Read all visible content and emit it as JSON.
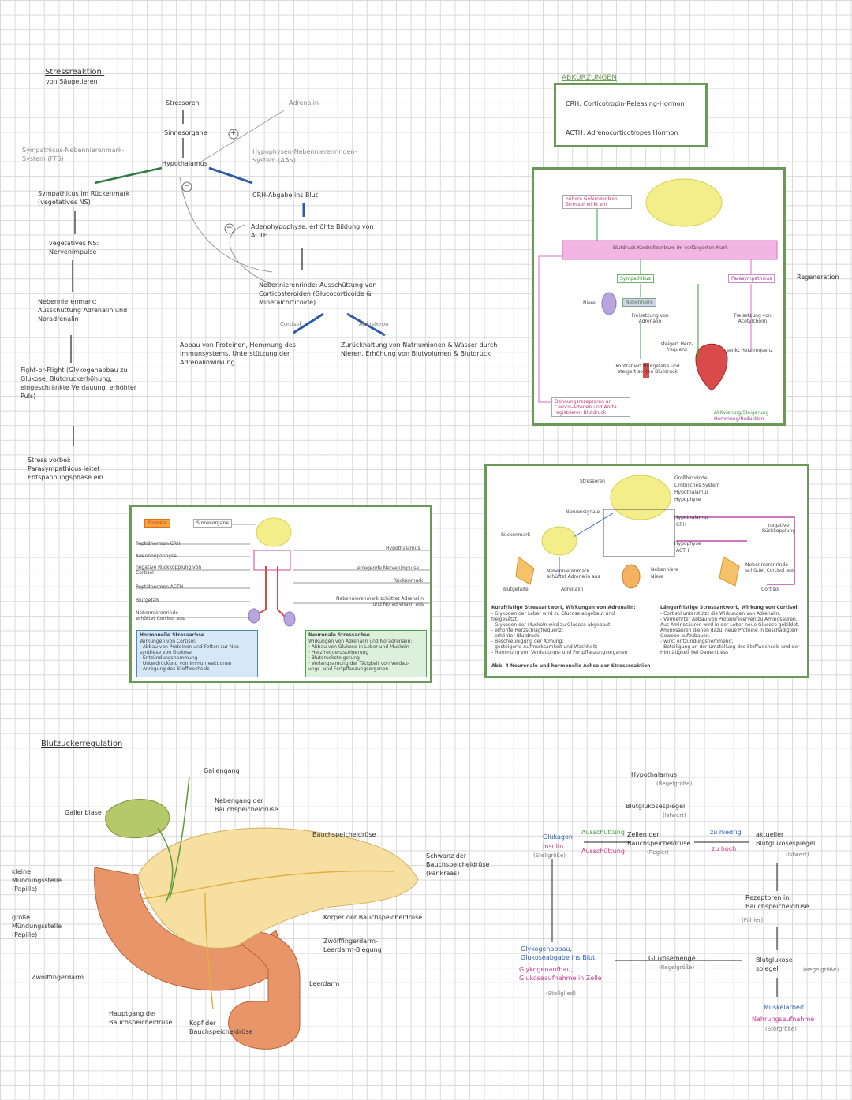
{
  "stress": {
    "title": "Stressreaktion:",
    "subtitle": "von Säugetieren",
    "ffs": "Sympathicus-Nebennierenmark-System (FFS)",
    "symp_rm": "Sympathicus im Rückenmark (vegetatives NS)",
    "veg_ns": "vegetatives NS: Nervenimpulse",
    "nnm": "Nebennierenmark: Ausschüttung Adrenalin und Noradrenalin",
    "fight": "Fight-or-Flight (Glykogenabbau zu Glukose, Blutdruckerhöhung, eingeschränkte Verdauung, erhöhter Puls)",
    "after": "Stress vorbei: Parasympathicus leitet Entspannungsphase ein",
    "stressoren": "Stressoren",
    "sinnesorgane": "Sinnesorgane",
    "hypothalamus": "Hypothalamus",
    "adrenalin": "Adrenalin",
    "haa": "Hypophysen-Nebennierenrinden-System (AAS)",
    "crh": "CRH-Abgabe ins Blut",
    "adeno": "Adenohypophyse: erhöhte Bildung von ACTH",
    "nnr": "Nebennierenrinde: Ausschüttung von Corticosteroiden (Glucocorticoide & Mineralcorticoide)",
    "cortisol_eff": "Abbau von Proteinen, Hemmung des Immunsystems, Unterstützung der Adrenalinwirkung",
    "aldo_eff": "Zurückhaltung von Natriumionen & Wasser durch Nieren, Erhöhung von Blutvolumen & Blutdruck",
    "plus": "+",
    "minus": "−",
    "small_cortisol": "Cortisol",
    "small_aldosteron": "Aldosteron"
  },
  "abbr": {
    "title": "ABKÜRZUNGEN",
    "crh": "CRH: Corticotropin-Releasing-Hormon",
    "acth": "ACTH: Adrenocorticotropes Hormon"
  },
  "panel1": {
    "stressor": "höhere Gehirnzentren: Stressor wirkt ein",
    "blutdruck": "Blutdruck-Kontrollzentrum im verlängerten Mark",
    "sympathikus": "Sympathikus",
    "parasympathikus": "Parasympathikus",
    "niere": "Niere",
    "nebenniere": "Nebenniere",
    "freis_adr": "Freisetzung von Adrenalin",
    "freis_ach": "Freisetzung von Acetylcholin",
    "steigert": "steigert Herz-frequenz",
    "senkt": "senkt Herzfrequenz",
    "kontrahiert": "kontrahiert Blutgefäße und steigert so den Blutdruck",
    "dehnung": "Dehnungsrezeptoren an Carotis-Arterien und Aorta registrieren Blutdruck",
    "leg1": "Aktivierung/Steigerung",
    "leg2": "Hemmung/Reduktion",
    "regeneration": "Regeneration"
  },
  "panel2": {
    "stressor": "Stressor",
    "sinnesorgane": "Sinnesorgane",
    "crh": "Peptidhormon CRH",
    "adeno": "Adenohypophyse",
    "neg": "negative Rückkopplung von Cortisol",
    "acth": "Peptidhormon ACTH",
    "blut": "Blutgefäß",
    "nnr": "Nebennierenrinde schüttet Cortisol aus",
    "hypo": "Hypothalamus",
    "erreg": "erregende Nervenimpulse",
    "rm": "Rückenmark",
    "nnm": "Nebennierenmark schüttet Adrenalin und Noradrenalin aus",
    "h_title": "Hormonelle Stressachse",
    "h_lines": [
      "Wirkungen von Cortisol:",
      "· Abbau von Proteinen und Fetten zur Neu-",
      "  synthese von Glukose",
      "· Entzündungshemmung",
      "· Unterdrückung von Immunreaktionen",
      "· Anregung des Stoffwechsels"
    ],
    "n_title": "Neuronale Stressachse",
    "n_lines": [
      "Wirkungen von Adrenalin und Noradrenalin:",
      "· Abbau von Glukose in Leber und Muskeln",
      "· Herzfrequenzsteigerung",
      "· Blutdrucksteigerung",
      "· Verlangsamung der Tätigkeit von Verdau-",
      "  ungs- und Fortpflanzungsorganen"
    ]
  },
  "panel3": {
    "stressoren": "Stressoren",
    "nerven": "Nervensignale",
    "rueckenmark": "Rückenmark",
    "labels": [
      "Großhirnrinde",
      "Limbisches System",
      "Hypothalamus",
      "Hypophyse"
    ],
    "hypo": "Hypothalamus",
    "crh": "CRH",
    "hypoph": "Hypophyse",
    "acth": "ACTH",
    "neg": "negative Rückkopplung",
    "nnm": "Nebennierenmark schüttet Adrenalin aus",
    "nn": "Nebenniere",
    "niere": "Niere",
    "nnr": "Nebennierenrinde schüttet Cortisol aus",
    "cortisol": "Cortisol",
    "adrenalin": "Adrenalin",
    "blutgefaesse": "Blutgefäße",
    "k_title": "Kurzfristige Stressantwort, Wirkungen von Adrenalin:",
    "k_lines": [
      "- Glykogen der Leber wird zu Glucose abgebaut und",
      "  freigesetzt.",
      "- Glykogen der Muskeln wird zu Glucose abgebaut.",
      "- erhöhte Herzschlagfrequenz;",
      "- erhöhter Blutdruck;",
      "- Beschleunigung der Atmung;",
      "- gesteigerte Aufmerksamkeit und Wachheit;",
      "- Hemmung von Verdauungs- und Fortpflanzungsorganen"
    ],
    "l_title": "Längerfristige Stressantwort, Wirkung von Cortisol:",
    "l_lines": [
      "- Cortisol unterstützt die Wirkungen von Adrenalin.",
      "- Vermehrter Abbau von Proteinreserven zu Aminosäuren.",
      "  Aus Aminosäuren wird in der Leber neue Glucose gebildet.",
      "  Aminosäuren dienen dazu, neue Proteine in beschädigtem",
      "  Gewebe aufzubauen.",
      "- wirkt entzündungshemmend;",
      "- Beteiligung an der Umstellung des Stoffwechsels und der",
      "  Hirntätigkeit bei Dauerstress"
    ],
    "caption": "Abb. 4 Neuronale und hormonelle Achse der Stressreaktion"
  },
  "sugar": {
    "title": "Blutzuckerregulation",
    "gallenblase": "Gallenblase",
    "gallengang": "Gallengang",
    "nebengang": "Nebengang der Bauchspeicheldrüse",
    "bsd": "Bauchspeicheldrüse",
    "schwanz": "Schwanz der Bauchspeicheldrüse (Pankreas)",
    "kleine": "kleine Mündungsstelle (Papille)",
    "grosse": "große Mündungsstelle (Papille)",
    "zwoelf": "Zwölffingerdarm",
    "koerper": "Körper der Bauchspeicheldrüse",
    "biegung": "Zwölffingerdarm-Leerdarm-Biegung",
    "leerdarm": "Leerdarm",
    "hauptgang": "Hauptgang der Bauchspeicheldrüse",
    "kopf": "Kopf der Bauchspeicheldrüse"
  },
  "reg": {
    "hypothalamus": "Hypothalamus",
    "hypo_sub": "(Regelgröße)",
    "bz_spiegel": "Blutglukosespiegel",
    "ist": "(Istwert)",
    "zellen": "Zellen der Bauchspeicheldrüse",
    "regler": "(Regler)",
    "zu_niedrig": "zu niedrig",
    "zu_hoch": "zu hoch",
    "aktuell": "aktueller Blutglukosespiegel",
    "istwert": "(Istwert)",
    "glukagon": "Glukagon",
    "insulin": "Insulin",
    "stellgr": "(Stellgröße)",
    "ausschuettung1": "Ausschüttung",
    "ausschuettung2": "Ausschüttung",
    "rezeptoren": "Rezeptoren in Bauchspeicheldrüse",
    "fuehler": "(Fühler)",
    "glykogen1": "Glykogenabbau, Glukoseabgabe ins Blut",
    "glykogen2": "Glykogenaufbau, Glukoseaufnahme in Zelle",
    "stellglied": "(Stellglied)",
    "glukosemenge": "Glukosemenge",
    "regelgr": "(Regelgröße)",
    "bz": "Blutglukose-spiegel",
    "regelgr2": "(Regelgröße)",
    "muskel": "Muskelarbeit",
    "nahrung": "Nahrungsaufnahme",
    "stoer": "(Störgröße)"
  }
}
